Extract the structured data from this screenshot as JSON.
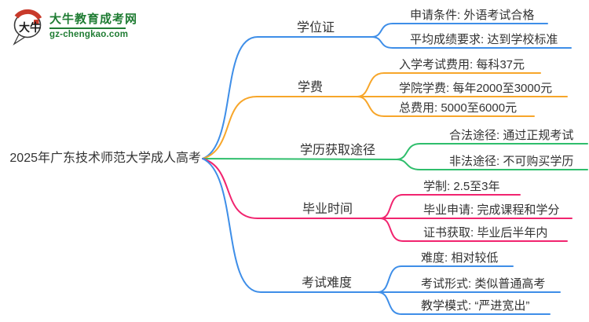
{
  "logo": {
    "icon_text": "大牛",
    "site_name": "大牛教育成考网",
    "site_url": "gz-chengkao.com"
  },
  "center": {
    "label": "2025年广东技术师范大学成人高考"
  },
  "colors": {
    "blue": "#3E8EE8",
    "orange": "#F7A62A",
    "green": "#2FBE6C",
    "pink": "#F1246F",
    "text": "#333333",
    "logo_green": "#1F7C33",
    "logo_red": "#C83A2B",
    "logo_outline": "#3C3C3C",
    "logo_text_color": "#1A1A1A"
  },
  "branches": [
    {
      "label": "学位证",
      "color": "blue",
      "children": [
        "申请条件: 外语考试合格",
        "平均成绩要求: 达到学校标准"
      ]
    },
    {
      "label": "学费",
      "color": "orange",
      "children": [
        "入学考试费用: 每科37元",
        "学院学费: 每年2000至3000元",
        "总费用: 5000至6000元"
      ]
    },
    {
      "label": "学历获取途径",
      "color": "green",
      "children": [
        "合法途径: 通过正规考试",
        "非法途径: 不可购买学历"
      ]
    },
    {
      "label": "毕业时间",
      "color": "pink",
      "children": [
        "学制: 2.5至3年",
        "毕业申请: 完成课程和学分",
        "证书获取: 毕业后半年内"
      ]
    },
    {
      "label": "考试难度",
      "color": "blue",
      "children": [
        "难度: 相对较低",
        "考试形式: 类似普通高考",
        "教学模式: “严进宽出”"
      ]
    }
  ]
}
